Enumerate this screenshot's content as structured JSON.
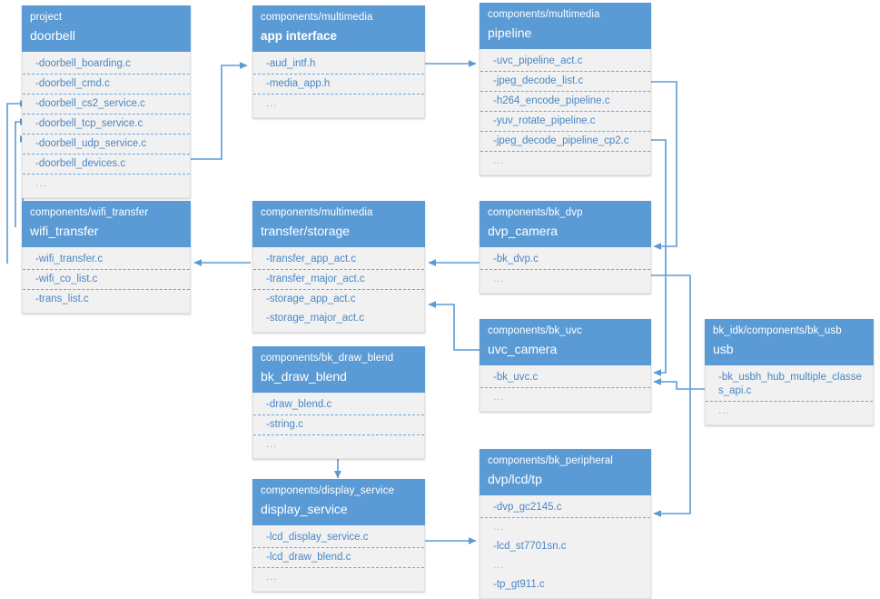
{
  "diagram": {
    "title": "doorbell project module dependency diagram",
    "type": "block-dependency-diagram",
    "colors": {
      "header_blue": "#5B9BD5",
      "body_gray": "#F1F1F1",
      "text_blue": "#4A87C4",
      "arrow_blue": "#5B9BD5",
      "header_text": "#FFFFFF"
    },
    "ellipsis": "...",
    "nodes": [
      {
        "id": "doorbell",
        "path": "project",
        "title": "doorbell",
        "title_bold": false,
        "files": [
          "-doorbell_boarding.c",
          "-doorbell_cmd.c",
          "-doorbell_cs2_service.c",
          "-doorbell_tcp_service.c",
          "-doorbell_udp_service.c",
          "-doorbell_devices.c",
          "..."
        ]
      },
      {
        "id": "app-interface",
        "path": "components/multimedia",
        "title": "app interface",
        "title_bold": true,
        "files": [
          "-aud_intf.h",
          "-media_app.h",
          "..."
        ]
      },
      {
        "id": "pipeline",
        "path": "components/multimedia",
        "title": "pipeline",
        "title_bold": false,
        "files": [
          "-uvc_pipeline_act.c",
          "-jpeg_decode_list.c",
          "-h264_encode_pipeline.c",
          "-yuv_rotate_pipeline.c",
          "-jpeg_decode_pipeline_cp2.c",
          "..."
        ]
      },
      {
        "id": "wifi-transfer",
        "path": "components/wifi_transfer",
        "title": "wifi_transfer",
        "title_bold": false,
        "files": [
          "-wifi_transfer.c",
          "-wifi_co_list.c",
          "-trans_list.c"
        ]
      },
      {
        "id": "transfer-storage",
        "path": "components/multimedia",
        "title": "transfer/storage",
        "title_bold": false,
        "files": [
          "-transfer_app_act.c",
          "-transfer_major_act.c",
          "-storage_app_act.c",
          "-storage_major_act.c"
        ]
      },
      {
        "id": "dvp-camera",
        "path": "components/bk_dvp",
        "title": "dvp_camera",
        "title_bold": false,
        "files": [
          "-bk_dvp.c",
          "..."
        ]
      },
      {
        "id": "bk-draw-blend",
        "path": "components/bk_draw_blend",
        "title": "bk_draw_blend",
        "title_bold": false,
        "files": [
          "-draw_blend.c",
          "-string.c",
          "..."
        ]
      },
      {
        "id": "uvc-camera",
        "path": "components/bk_uvc",
        "title": "uvc_camera",
        "title_bold": false,
        "files": [
          "-bk_uvc.c",
          "..."
        ]
      },
      {
        "id": "usb",
        "path": "bk_idk/components/bk_usb",
        "title": "usb",
        "title_bold": false,
        "files": [
          "-bk_usbh_hub_multiple_classes_api.c",
          "..."
        ]
      },
      {
        "id": "display-service",
        "path": "components/display_service",
        "title": "display_service",
        "title_bold": false,
        "files": [
          "-lcd_display_service.c",
          "-lcd_draw_blend.c",
          "..."
        ]
      },
      {
        "id": "bk-peripheral",
        "path": "components/bk_peripheral",
        "title": "dvp/lcd/tp",
        "title_bold": false,
        "files": [
          "-dvp_gc2145.c",
          "...",
          "-lcd_st7701sn.c",
          "...",
          "-tp_gt911.c"
        ]
      }
    ],
    "edges": [
      {
        "from": "doorbell",
        "to": "app-interface"
      },
      {
        "from": "app-interface",
        "to": "pipeline"
      },
      {
        "from": "pipeline",
        "to": "dvp-camera"
      },
      {
        "from": "pipeline",
        "to": "uvc-camera"
      },
      {
        "from": "dvp-camera",
        "to": "transfer-storage"
      },
      {
        "from": "dvp-camera",
        "to": "bk-peripheral"
      },
      {
        "from": "uvc-camera",
        "to": "transfer-storage"
      },
      {
        "from": "usb",
        "to": "uvc-camera"
      },
      {
        "from": "transfer-storage",
        "to": "wifi-transfer"
      },
      {
        "from": "wifi-transfer",
        "to": "doorbell"
      },
      {
        "from": "bk-draw-blend",
        "to": "display-service"
      },
      {
        "from": "display-service",
        "to": "bk-peripheral"
      }
    ]
  }
}
